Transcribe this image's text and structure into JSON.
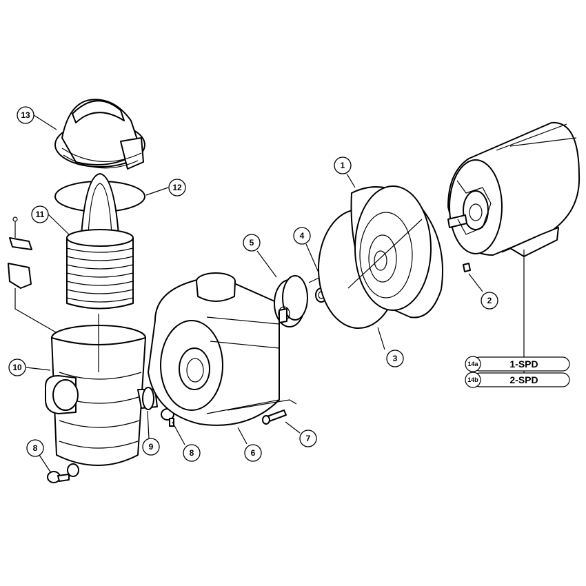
{
  "callouts": {
    "c1": "1",
    "c2": "2",
    "c3": "3",
    "c4": "4",
    "c5": "5",
    "c6": "6",
    "c7": "7",
    "c8a": "8",
    "c8b": "8",
    "c9": "9",
    "c10": "10",
    "c11": "11",
    "c12": "12",
    "c13": "13"
  },
  "variants": [
    {
      "code": "14a",
      "label": "1-SPD"
    },
    {
      "code": "14b",
      "label": "2-SPD"
    }
  ]
}
